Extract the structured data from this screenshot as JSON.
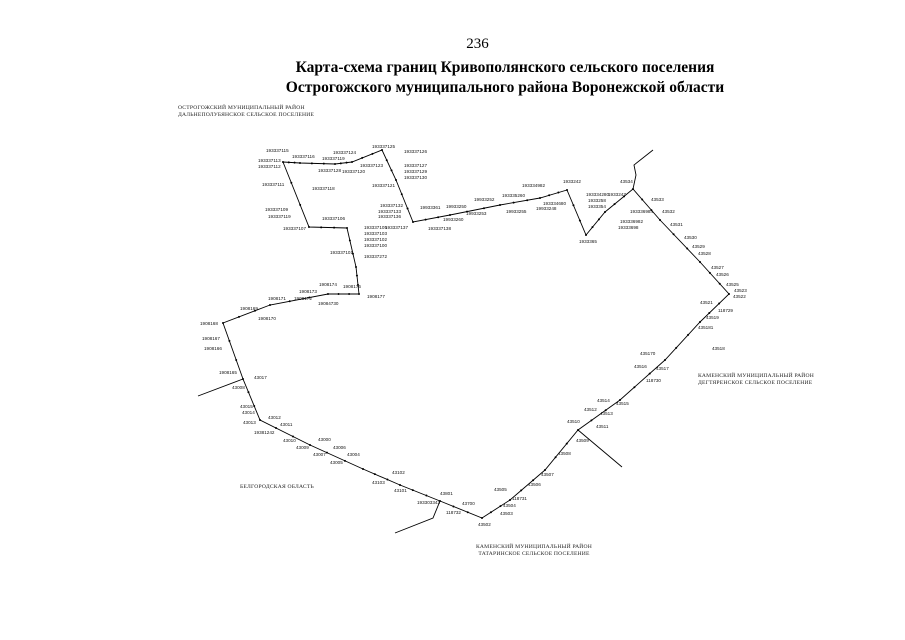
{
  "page_number": "236",
  "title_line1": "Карта-схема границ Кривополянского сельского поселения",
  "title_line2": "Острогожского муниципального района Воронежской области",
  "areas": {
    "northwest": [
      "ОСТРОГОЖСКИЙ МУНИЦИПАЛЬНЫЙ РАЙОН",
      "ДАЛЬНЕПОЛУБЯНСКОЕ СЕЛЬСКОЕ ПОСЕЛЕНИЕ"
    ],
    "east": [
      "КАМЕНСКИЙ МУНИЦИПАЛЬНЫЙ РАЙОН",
      "ДЕГТЯРЕНСКОЕ СЕЛЬСКОЕ ПОСЕЛЕНИЕ"
    ],
    "south": [
      "КАМЕНСКИЙ МУНИЦИПАЛЬНЫЙ РАЙОН",
      "ТАТАРИНСКОЕ СЕЛЬСКОЕ ПОСЕЛЕНИЕ"
    ],
    "southwest": [
      "БЕЛГОРОДСКАЯ ОБЛАСТЬ"
    ]
  },
  "line_color": "#000000",
  "point_labels": [
    "193337115",
    "193337116",
    "193337113",
    "193337112",
    "193337124",
    "193337119",
    "193337125",
    "193337126",
    "193337128",
    "193337120",
    "193337123",
    "193337127",
    "193337129",
    "193337130",
    "193337121",
    "193337111",
    "193337118",
    "193337109",
    "193337119",
    "193337107",
    "193337106",
    "193337105",
    "193337103",
    "193337102",
    "193337100",
    "193337101",
    "193337272",
    "193337132",
    "193337133",
    "193337136",
    "193337137",
    "19933361",
    "19933250",
    "19933260",
    "193337138",
    "19933252",
    "19933253",
    "19933255",
    "193335260",
    "19933248",
    "193334982",
    "193334680",
    "1933242",
    "193334280",
    "1933258",
    "1933354",
    "1933365",
    "1933247",
    "193336984",
    "193336982",
    "19333698",
    "43534",
    "43533",
    "43532",
    "43531",
    "43530",
    "43529",
    "43528",
    "43527",
    "43526",
    "43525",
    "43523",
    "43522",
    "43521",
    "118729",
    "43519",
    "435181",
    "43518",
    "435170",
    "43516",
    "43517",
    "118730",
    "43514",
    "43515",
    "43512",
    "43513",
    "43510",
    "43511",
    "43509",
    "43508",
    "43507",
    "43506",
    "43505",
    "118731",
    "43504",
    "43503",
    "43502",
    "43801",
    "43700",
    "118732",
    "193303343",
    "43101",
    "43103",
    "43102",
    "1908174",
    "1908176",
    "1908177",
    "1908173",
    "1908172",
    "19084730",
    "1908171",
    "1908169",
    "1908170",
    "1908168",
    "1908167",
    "1908166",
    "1908165",
    "43017",
    "43008",
    "43015",
    "43014",
    "43013",
    "43012",
    "43011",
    "19381242",
    "43010",
    "43009",
    "43000",
    "43007",
    "43006",
    "43005",
    "43004"
  ]
}
